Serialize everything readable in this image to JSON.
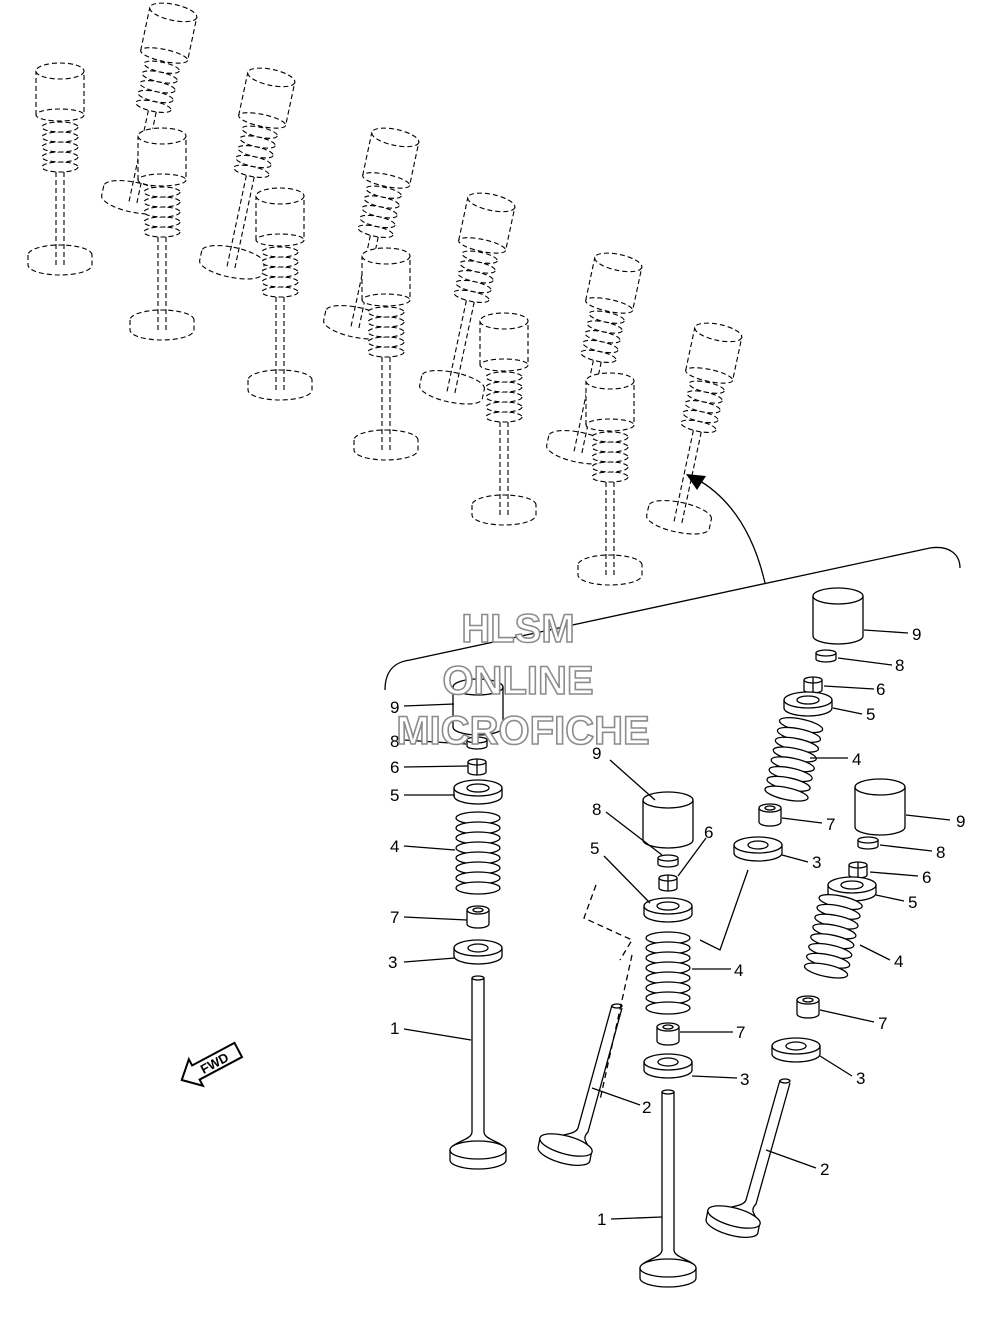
{
  "watermark": {
    "line1": "HLSM",
    "line2": "ONLINE",
    "line3": "MICROFICHE"
  },
  "direction_badge": "FWD",
  "callouts": {
    "left": {
      "c9": "9",
      "c8": "8",
      "c6": "6",
      "c5": "5",
      "c4": "4",
      "c7": "7",
      "c3": "3",
      "c1": "1"
    },
    "middle": {
      "c9": "9",
      "c8": "8",
      "c6": "6",
      "c5": "5",
      "c4": "4",
      "c7": "7",
      "c3": "3",
      "c2": "2",
      "c1": "1"
    },
    "right_top": {
      "c9": "9",
      "c8": "8",
      "c6": "6",
      "c5": "5",
      "c4": "4",
      "c7": "7",
      "c3": "3"
    },
    "right_bottom": {
      "c9": "9",
      "c8": "8",
      "c6": "6",
      "c5": "5",
      "c4": "4",
      "c7": "7",
      "c3": "3",
      "c2": "2"
    }
  }
}
